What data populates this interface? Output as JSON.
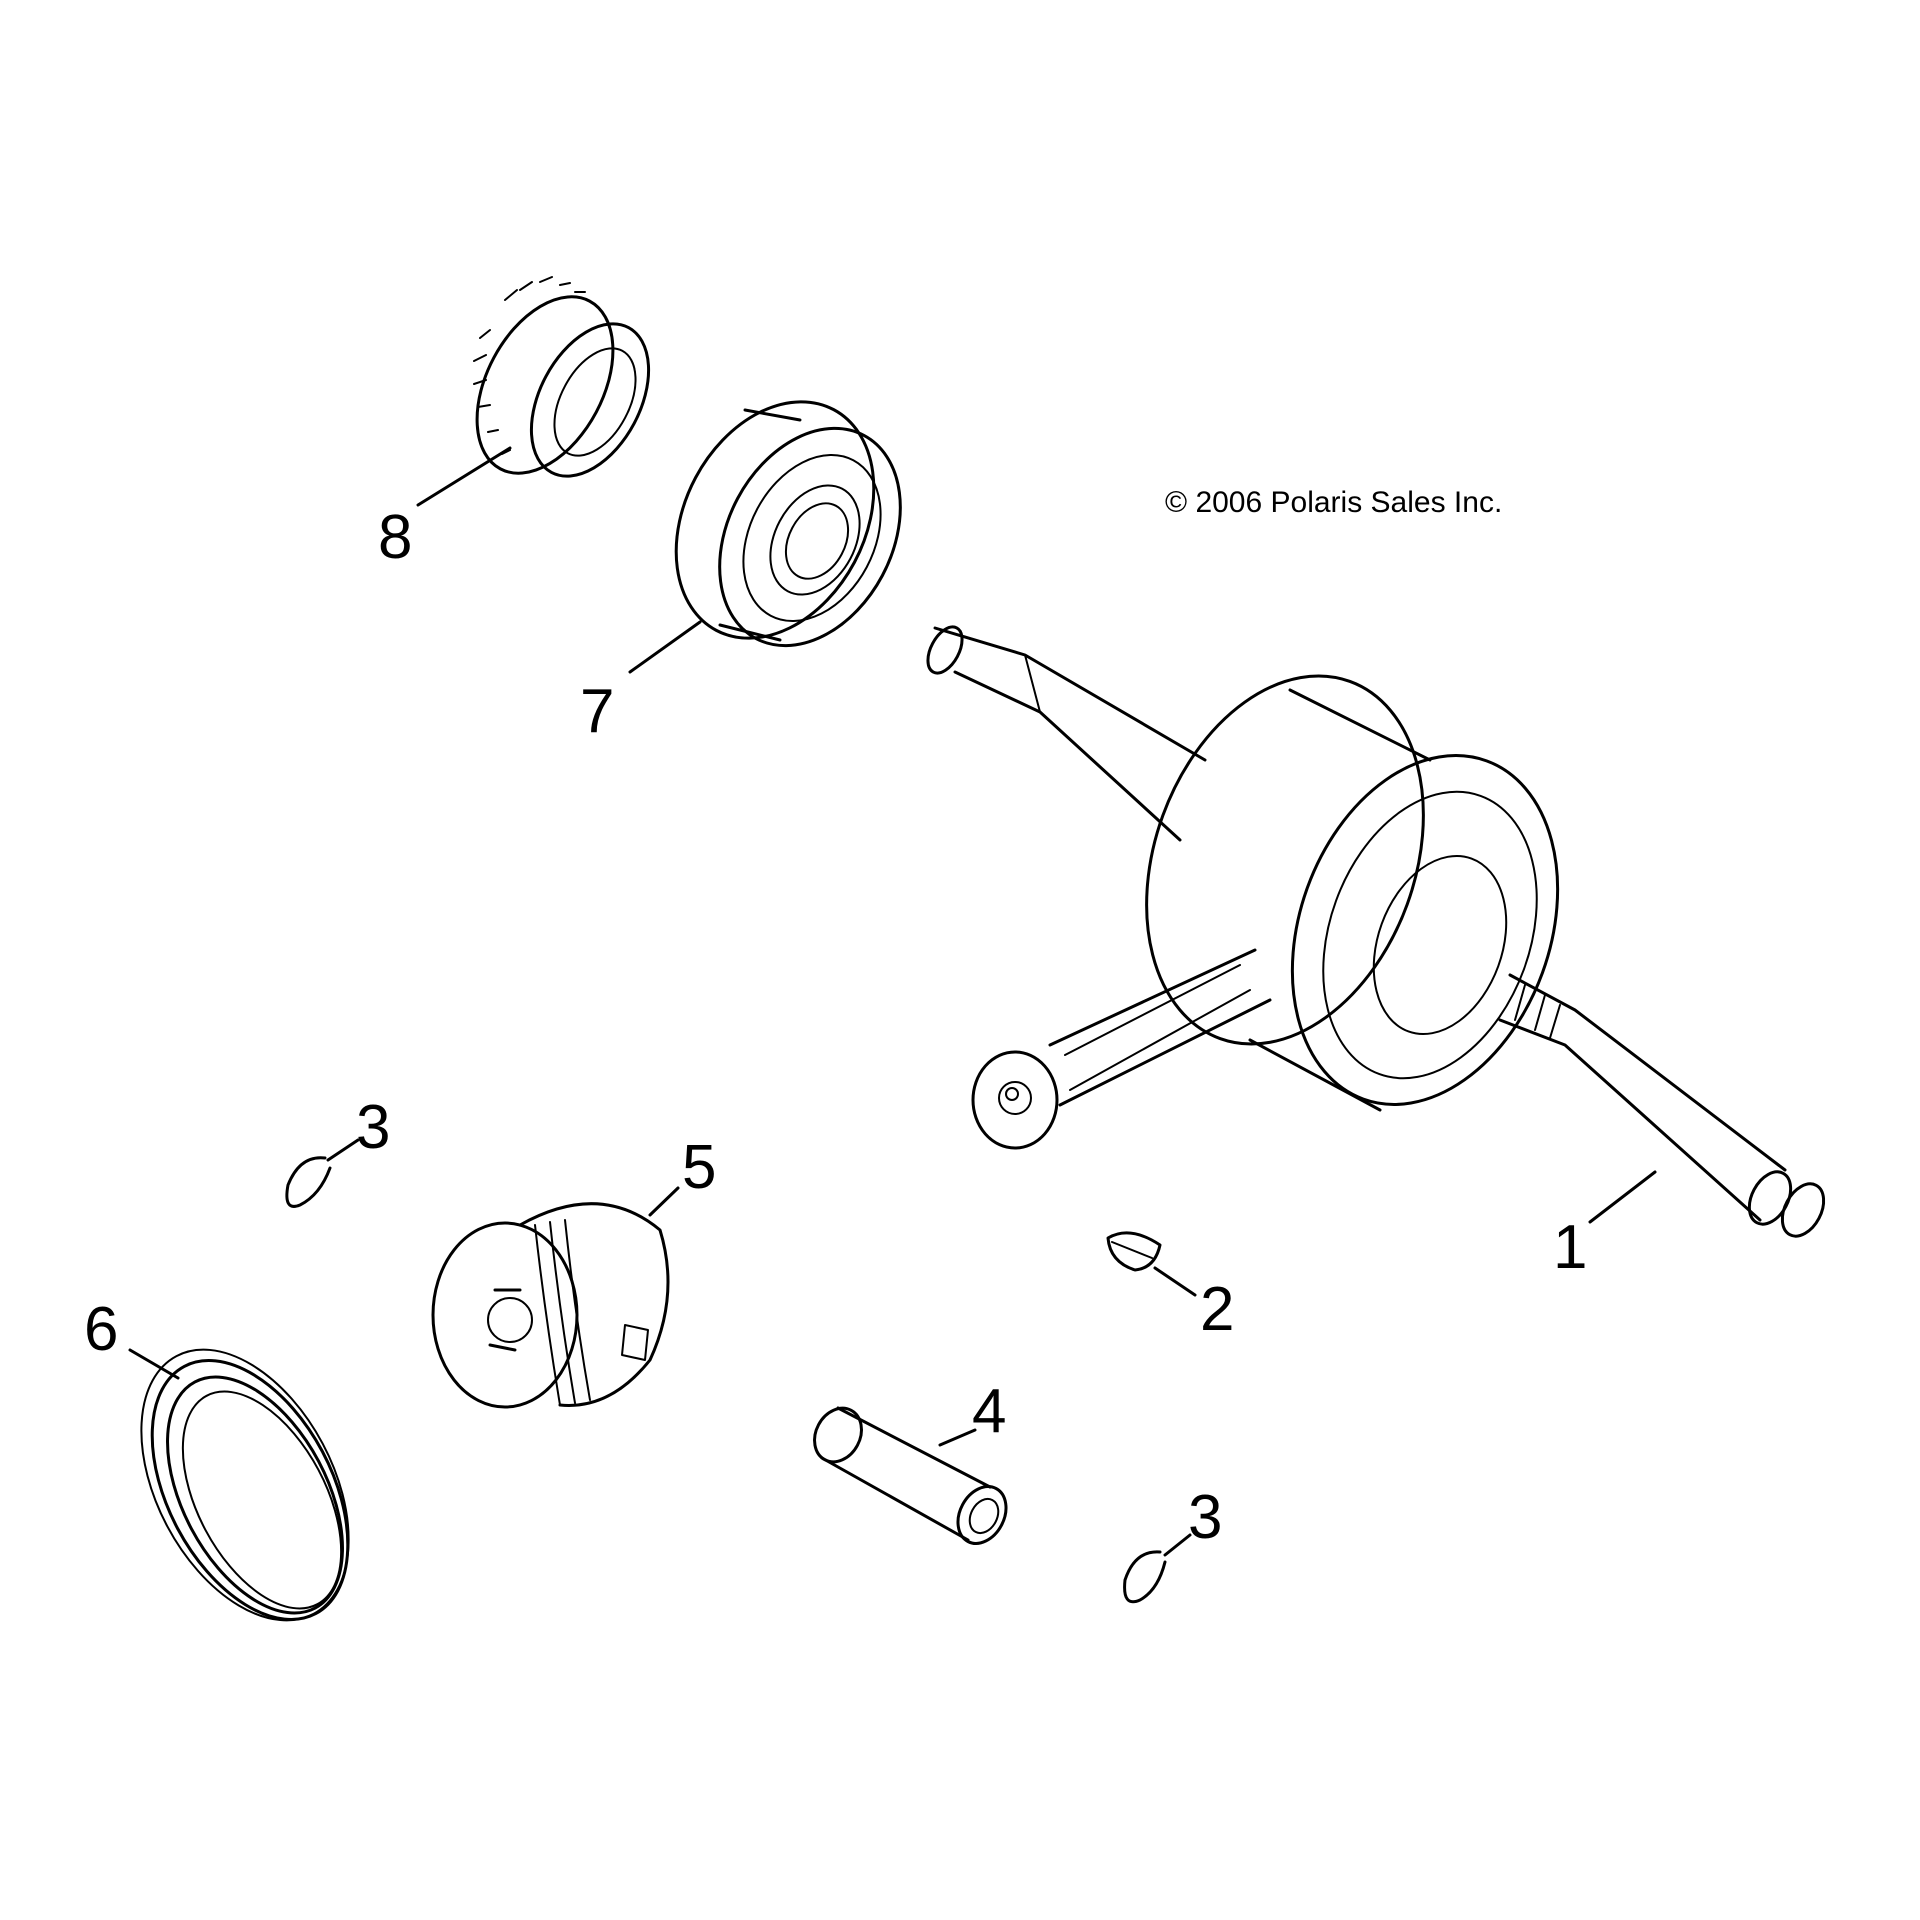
{
  "copyright": "© 2006 Polaris Sales Inc.",
  "callouts": {
    "c1": "1",
    "c2": "2",
    "c3a": "3",
    "c3b": "3",
    "c4": "4",
    "c5": "5",
    "c6": "6",
    "c7": "7",
    "c8": "8"
  }
}
